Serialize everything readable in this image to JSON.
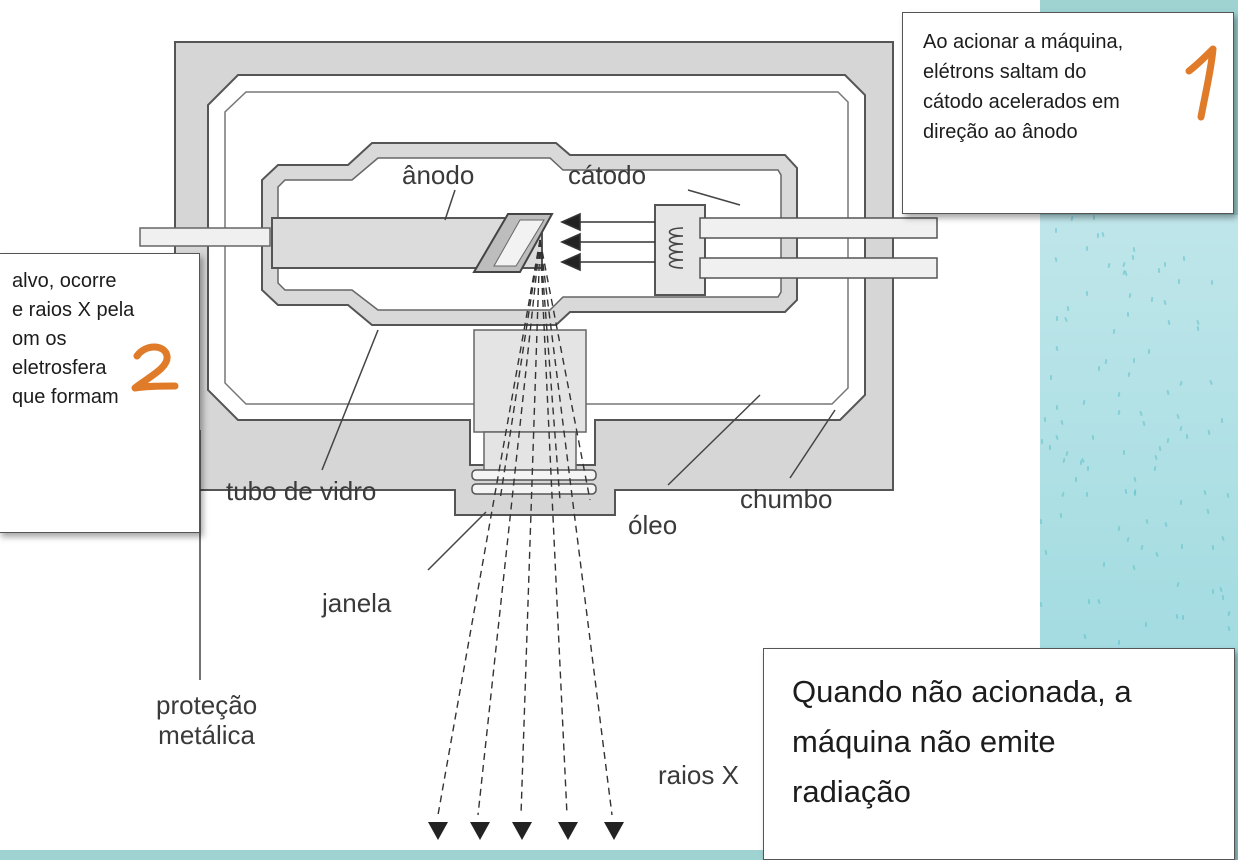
{
  "diagram": {
    "labels": {
      "anodo": "ânodo",
      "catodo": "cátodo",
      "tubo_vidro": "tubo de vidro",
      "oleo": "óleo",
      "chumbo": "chumbo",
      "janela": "janela",
      "protecao_1": "proteção",
      "protecao_2": "metálica",
      "raios_x": "raios X"
    }
  },
  "notes": {
    "note1": {
      "lines": [
        "Ao acionar a máquina,",
        "elétrons saltam do",
        "cátodo acelerados em",
        "direção ao ânodo"
      ],
      "number": "1"
    },
    "note2": {
      "lines": [
        "alvo, ocorre",
        "e raios X pela",
        "om os",
        "eletrosfera",
        "que formam"
      ],
      "number": "2"
    },
    "note3": {
      "lines": [
        "Quando não acionada, a",
        "máquina não emite",
        "radiação"
      ]
    }
  },
  "colors": {
    "background": "#9fd3d2",
    "annotation_number": "#e07b2a",
    "housing_fill": "#d9d9d9",
    "outline": "#4a4a4a"
  }
}
